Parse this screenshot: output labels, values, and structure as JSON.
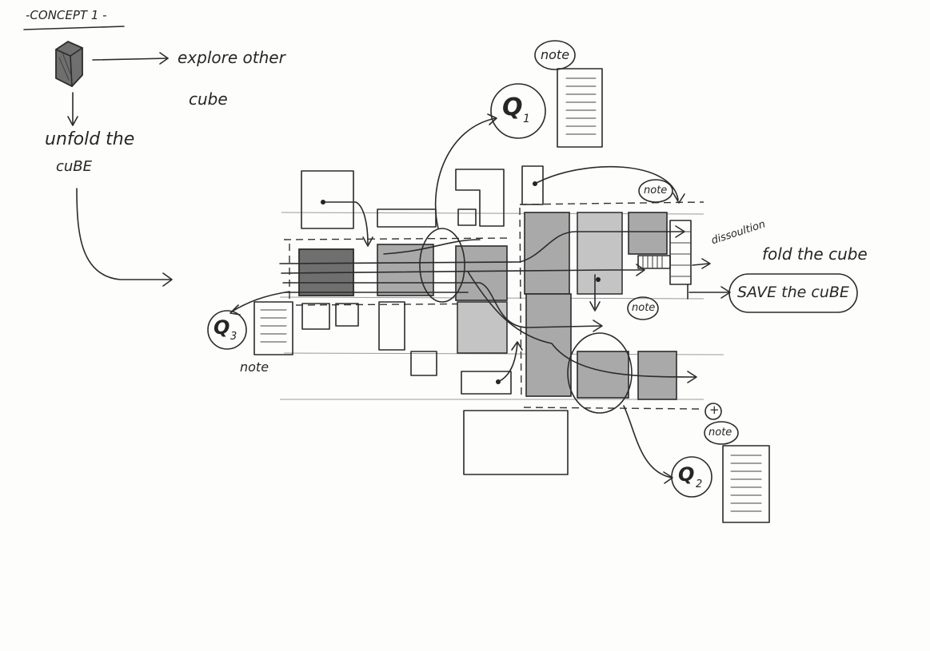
{
  "concept_title": "-CONCEPT 1 -",
  "explore_label": "explore other",
  "explore_label_2": "cube",
  "unfold_label": "unfold the",
  "unfold_label_2": "cuBE",
  "q1": {
    "letter": "Q",
    "sub": "1"
  },
  "q2": {
    "letter": "Q",
    "sub": "2"
  },
  "q3": {
    "letter": "Q",
    "sub": "3"
  },
  "note_labels": [
    "note",
    "note",
    "note",
    "note",
    "note"
  ],
  "dissolution_label": "dissoultion",
  "fold_label": "fold the cube",
  "save_label": "SAVE the cuBE",
  "plus_symbol": "+"
}
